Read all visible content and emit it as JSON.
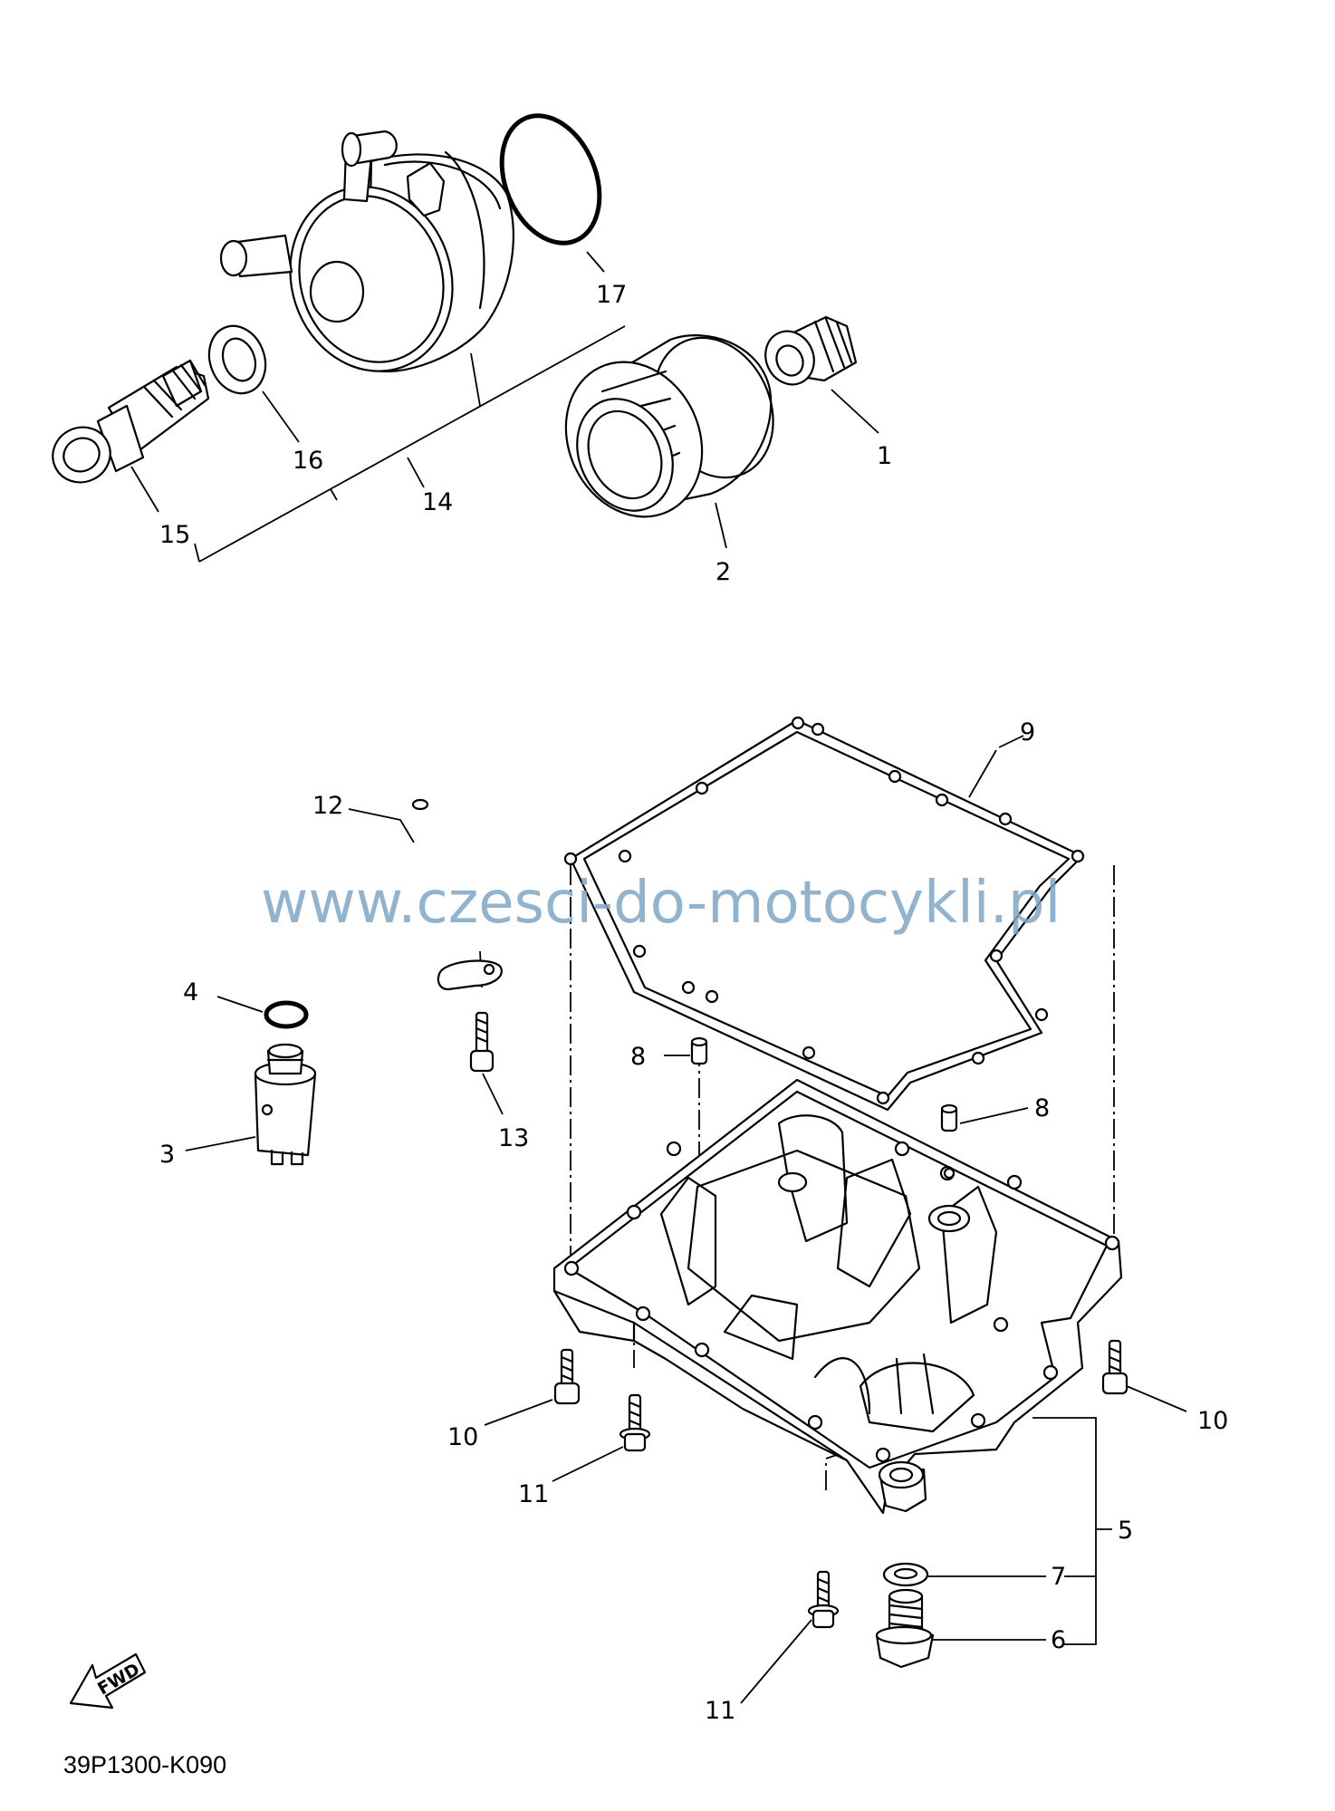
{
  "diagram": {
    "watermark": "www.czesci-do-motocykli.pl",
    "diagram_code": "39P1300-K090",
    "fwd_label": "FWD",
    "callouts": [
      {
        "id": "c1",
        "text": "1"
      },
      {
        "id": "c2",
        "text": "2"
      },
      {
        "id": "c3",
        "text": "3"
      },
      {
        "id": "c4",
        "text": "4"
      },
      {
        "id": "c5",
        "text": "5"
      },
      {
        "id": "c6",
        "text": "6"
      },
      {
        "id": "c7",
        "text": "7"
      },
      {
        "id": "c8a",
        "text": "8"
      },
      {
        "id": "c8b",
        "text": "8"
      },
      {
        "id": "c9",
        "text": "9"
      },
      {
        "id": "c10a",
        "text": "10"
      },
      {
        "id": "c10b",
        "text": "10"
      },
      {
        "id": "c11a",
        "text": "11"
      },
      {
        "id": "c11b",
        "text": "11"
      },
      {
        "id": "c12",
        "text": "12"
      },
      {
        "id": "c13",
        "text": "13"
      },
      {
        "id": "c14",
        "text": "14"
      },
      {
        "id": "c15",
        "text": "15"
      },
      {
        "id": "c16",
        "text": "16"
      },
      {
        "id": "c17",
        "text": "17"
      }
    ]
  }
}
